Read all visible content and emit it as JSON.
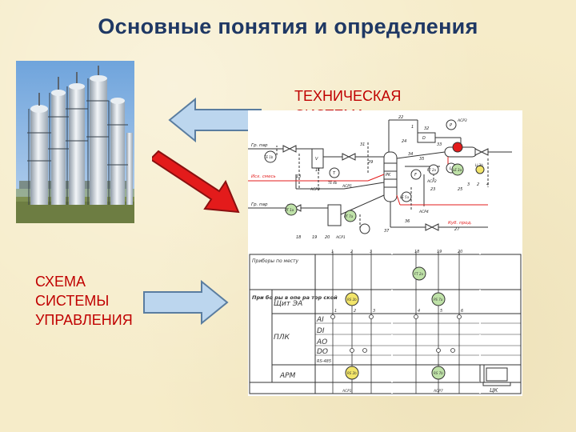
{
  "title": "Основные понятия и определения",
  "labels": {
    "tech_line1": "ТЕХНИЧЕСКАЯ",
    "tech_line2": "СИСТЕМА",
    "ctrl_line1": "СХЕМА",
    "ctrl_line2": "СИСТЕМЫ",
    "ctrl_line3": "УПРАВЛЕНИЯ"
  },
  "colors": {
    "title": "#1f3864",
    "labels": "#c00000",
    "arrow_blue": "#bcd6ee",
    "arrow_red": "#e31b1b"
  },
  "process_diagram": {
    "inputs": {
      "steam_top": "Гр. пар",
      "mixture": "Исх. смесь",
      "steam_bottom": "Гр. пар"
    },
    "devices": [
      "PT 1a",
      "PT 7a",
      "TE 1b",
      "TE 4b",
      "LE 5a",
      "FT 2a",
      "LE 3a",
      "LI 3b"
    ],
    "tags": [
      "АСРЗ",
      "АСР5",
      "АСР3",
      "АСР4",
      "АСР1",
      "АСР2"
    ],
    "numbers": [
      "22",
      "1",
      "32",
      "33",
      "31",
      "29",
      "34",
      "35",
      "24",
      "11",
      "13",
      "23",
      "25",
      "36",
      "37",
      "27",
      "18",
      "19",
      "20",
      "3",
      "2",
      "4"
    ],
    "outputs": {
      "bottoms": "Куб. прод."
    },
    "stream_labels": [
      "V",
      "D",
      "P",
      "T",
      "L",
      "F",
      "PK"
    ]
  },
  "control_diagram": {
    "row_labels": [
      "Приборы по месту",
      "Щит ЭА",
      "ПЛК",
      "АРМ"
    ],
    "side_label": "При бо ры в опе ра тор ской",
    "plc_channels": [
      "AI",
      "DI",
      "AO",
      "DO"
    ],
    "bus": "RS-485",
    "column_numbers": [
      "1",
      "2",
      "3",
      "18",
      "19",
      "20"
    ],
    "row_numbers": [
      "1",
      "2",
      "3",
      "4",
      "5",
      "6"
    ],
    "devices": [
      "FT 2a",
      "RS 2b",
      "PS 7a",
      "RS 2b",
      "RS 7b"
    ],
    "bottom_tags": [
      "АСР1",
      "АСР7"
    ],
    "cu_label": "ЦК"
  }
}
